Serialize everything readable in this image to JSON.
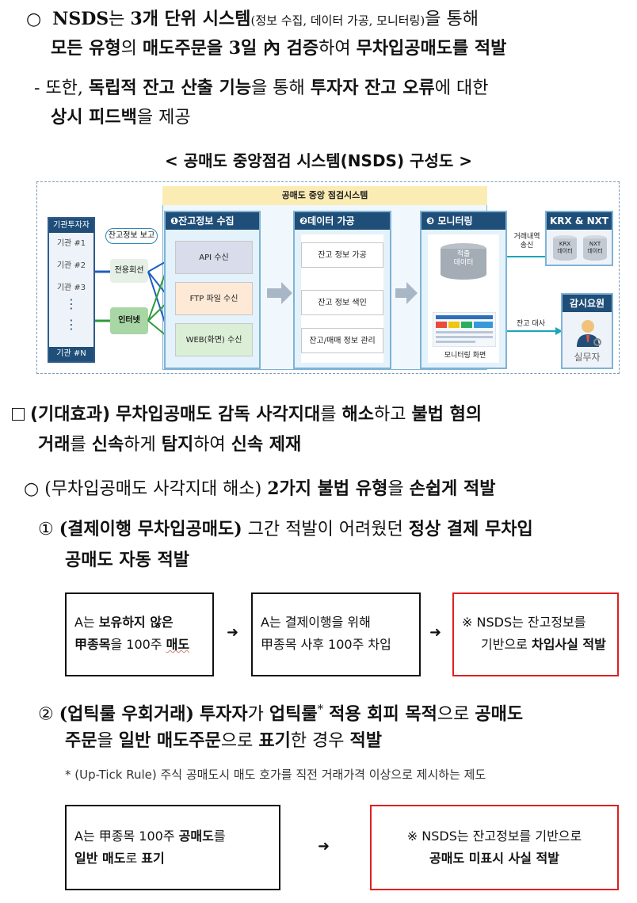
{
  "intro": {
    "l1_bullet": "○",
    "l1_a": "NSDS",
    "l1_b": "는",
    "l1_c": "3개 단위 시스템",
    "l1_small": "(정보 수집, 데이터 가공, 모니터링)",
    "l1_d": "을 통해",
    "l2_a": "모든 유형",
    "l2_b": "의",
    "l2_c": "매도주문을 3일 內 검증",
    "l2_d": "하여",
    "l2_e": "무차입공매도를 적발",
    "l3_dash": "-",
    "l3_a": "또한,",
    "l3_b": "독립적 잔고 산출 기능",
    "l3_c": "을 통해",
    "l3_d": "투자자 잔고 오류",
    "l3_e": "에 대한",
    "l4_a": "상시 피드백",
    "l4_b": "을 제공"
  },
  "diagram_caption": "< 공매도 중앙점검 시스템(NSDS) 구성도 >",
  "diagram": {
    "title": "공매도 중앙 점검시스템",
    "institutions": {
      "head": "기관투자자",
      "items": [
        "기관 #1",
        "기관 #2",
        "기관 #3"
      ],
      "dots": "⋮",
      "foot": "기관 #N"
    },
    "report_label": "잔고정보 보고",
    "line1": "전용회선",
    "line2": "인터넷",
    "panel1": {
      "num": "❶",
      "title": "잔고정보 수집",
      "items": [
        "API 수신",
        "FTP 파일 수신",
        "WEB(화면) 수신"
      ]
    },
    "panel2": {
      "num": "❷",
      "title": "데이터 가공",
      "items": [
        "잔고 정보 가공",
        "잔고 정보 색인",
        "잔고/매매 정보 관리"
      ]
    },
    "panel3": {
      "num": "❸",
      "title": "모니터링",
      "db_label": "적출\n데이터",
      "screen_label": "모니터링 화면"
    },
    "krx": {
      "title": "KRX & NXT",
      "db1": "KRX\n데이터",
      "db2": "NXT\n데이터",
      "edge": "거래내역\n송신"
    },
    "staff": {
      "title": "감시요원",
      "label": "실무자",
      "edge": "잔고 대사"
    }
  },
  "section": {
    "box": "□",
    "l1_a": "(기대효과)",
    "l1_b": "무차입공매도 감독 사각지대",
    "l1_c": "를",
    "l1_d": "해소",
    "l1_e": "하고",
    "l1_f": "불법 혐의",
    "l2_a": "거래",
    "l2_b": "를",
    "l2_c": "신속",
    "l2_d": "하게",
    "l2_e": "탐지",
    "l2_f": "하여",
    "l2_g": "신속 제재"
  },
  "sub": {
    "bullet": "○",
    "a": "(무차입공매도 사각지대 해소)",
    "b": "2가지 불법 유형",
    "c": "을",
    "d": "손쉽게 적발"
  },
  "item1": {
    "num": "①",
    "l1_a": "(결제이행 무차입공매도)",
    "l1_b": "그간 적발이 어려웠던",
    "l1_c": "정상 결제 무차입",
    "l2": "공매도 자동 적발",
    "box1_a": "A는",
    "box1_b": "보유하지 않은",
    "box1_c": "甲종목",
    "box1_d": "을 100주",
    "box1_e": "매도",
    "box2_l1": "A는 결제이행을 위해",
    "box2_l2": "甲종목 사후 100주 차입",
    "box3_l1": "※ NSDS는 잔고정보를",
    "box3_l2a": "기반으로",
    "box3_l2b": "차입사실 적발",
    "arrow": "➜"
  },
  "item2": {
    "num": "②",
    "l1_a": "(업틱룰 우회거래)",
    "l1_b": "투자자",
    "l1_c": "가",
    "l1_d": "업틱룰",
    "l1_sup": "*",
    "l1_e": "적용 회피 목적",
    "l1_f": "으로",
    "l1_g": "공매도",
    "l2_a": "주문",
    "l2_b": "을",
    "l2_c": "일반 매도주문",
    "l2_d": "으로",
    "l2_e": "표기",
    "l2_f": "한 경우",
    "l2_g": "적발",
    "note": "* (Up-Tick Rule) 주식 공매도시 매도 호가를 직전 거래가격 이상으로 제시하는 제도",
    "box1_l1a": "A는 甲종목 100주",
    "box1_l1b": "공매도",
    "box1_l1c": "를",
    "box1_l2a": "일반 매도",
    "box1_l2b": "로",
    "box1_l2c": "표기",
    "box2_l1": "※ NSDS는 잔고정보를 기반으로",
    "box2_l2": "공매도 미표시 사실 적발",
    "arrow": "➜"
  },
  "colors": {
    "navy": "#1f4e79",
    "panel_bg": "#e3f2fb",
    "title_bg": "#fbecb4",
    "red_border": "#e02020"
  }
}
